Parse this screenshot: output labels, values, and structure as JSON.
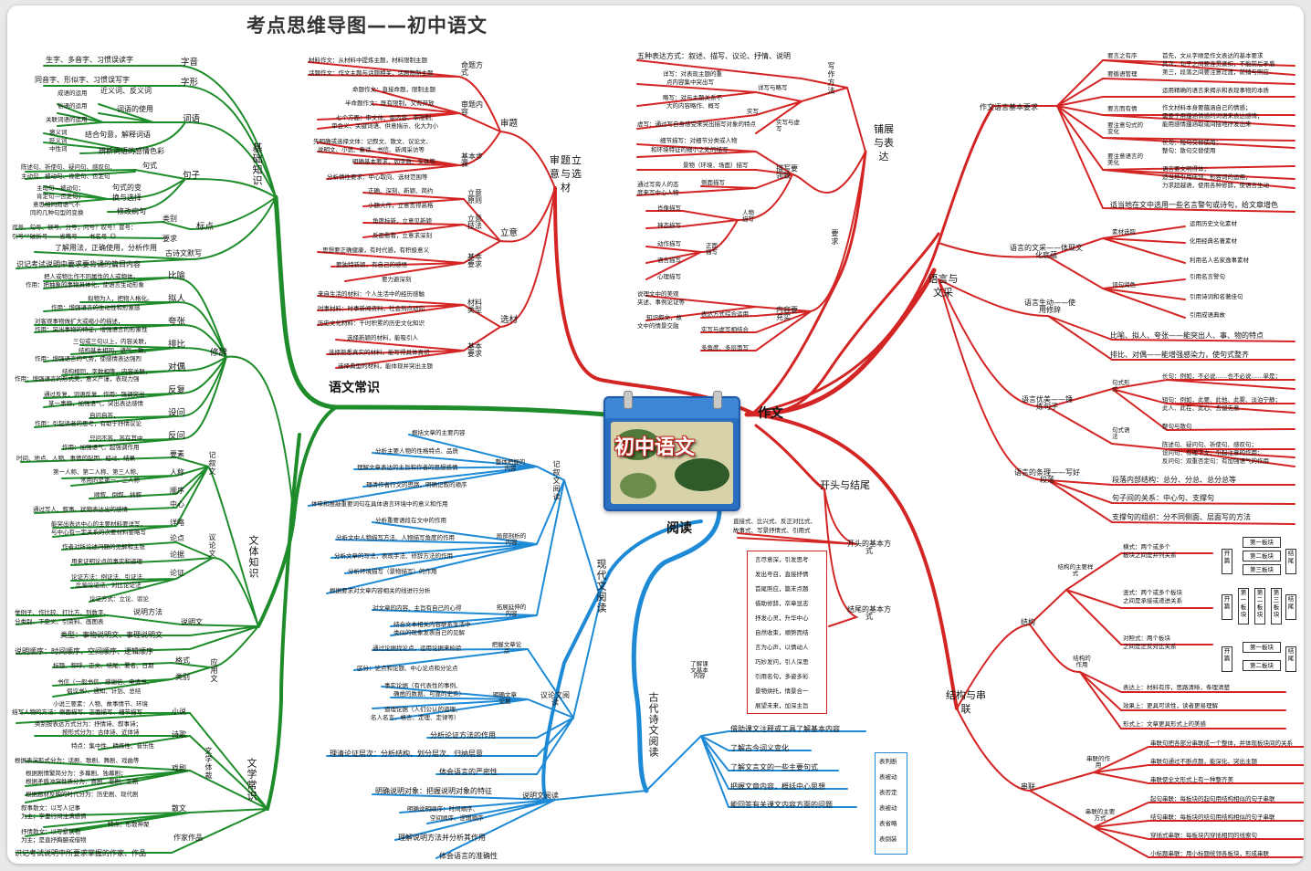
{
  "title": "考点思维导图——初中语文",
  "center": "初中语文",
  "colors": {
    "green": "#1e8c2a",
    "red": "#d42525",
    "blue": "#1e8ad6"
  },
  "main": {
    "yuwen": "语文常识",
    "zuowen": "作文",
    "yuedu": "阅读"
  },
  "jichu": {
    "title": "基础知识",
    "zimu": "字音",
    "zixing": "字形",
    "ciyu": "词语",
    "juzi": "句子",
    "biaodian": "标点",
    "gushiwen": "古诗文默写",
    "z1": "生字、多音字、习惯误读字",
    "z2": "同音字、形似字、习惯误写字",
    "c1": "成语的运用",
    "c1b": "近义词、反义词",
    "c2": "俗语的运用",
    "c2b": "词语的使用",
    "c3": "关联词语的运用",
    "c4": "褒义词",
    "c5": "贬义词",
    "c6": "中性词",
    "c7": "结合句意，解释词语",
    "c8": "辨析词语的感情色彩",
    "j1": "陈述句、祈使句、疑问句、感叹句、",
    "j1b": "句式",
    "j2": "主动句、被动句、肯定句、否定句",
    "j3": "主动句—被动句；",
    "j4": "肯定句—否定句；",
    "j5": "意思相同而语气不",
    "j6": "同的几种句型的变换",
    "j7": "句式的变",
    "j8": "换与选择",
    "j9": "修改病句",
    "b1": "逗号、句号、顿号、分号；问号？叹号！冒号：",
    "b2": "引号“”破折号——省略号……书名号《》",
    "b1b": "类别",
    "b2b": "要求",
    "g1": "了解用法，正确使用，分析作用",
    "g2": "识记考试说明中要求要背诵的篇目内容"
  },
  "xiuci": {
    "title": "修辞",
    "biyu": "比喻",
    "niren": "拟人",
    "kuazhang": "夸张",
    "paibi": "排比",
    "duiou": "对偶",
    "fanfu": "反复",
    "shewen": "设问",
    "fanwen": "反问",
    "by1": "把人或物比作不同属性的人或物体。",
    "by2": "作用：把抽象的事物具体化，使语言生动形象",
    "nr1": "拟物为人，把物人格化。",
    "nr2": "作用：增强语言的生动性和形象感",
    "kz1": "对客观事物做扩大或缩小的描述，",
    "kz2": "作用：突出事物的特征，增强语言的形象性",
    "pb1": "三句或三句以上，内容关联，",
    "pb2": "结构基本相同，语气一致。",
    "pb3": "作用：增强语言的气势，使感情表达强烈",
    "do1": "结构相同，字数相等，内容关联，",
    "do2": "作用：增强语言的形式美，意义严谨，表现力强",
    "ff1": "通过反复，词语反复，作用：强调突出",
    "ff2": "某一事物，加强语气，突出表达感情",
    "sw1": "自问自答，",
    "sw2": "作用：引起读者的思考，有助于抒情议论",
    "fw1": "只问不答，答在其中，",
    "fw2": "作用：加强语气，起强调作用"
  },
  "wenti": {
    "title": "文体知识",
    "jixu": "记叙文",
    "yiluo": "议论文",
    "shuoming": "说明文",
    "yingyong": "应用文",
    "yaosu": "要素",
    "renchen": "人称",
    "shunxu": "顺序",
    "zhongxin": "中心",
    "xianglue": "详略",
    "ys1": "时间、地点、人物、事情的起因、经过、结果",
    "rc1": "第一人称、第二人称、第三人称、",
    "rc2": "常用的是第一、三人称",
    "sx1": "顺叙、倒叙、插叙",
    "zx1": "通过写人、叙事、状物表达出的感情",
    "xl1": "能突出表达中心的主要材料要详写，",
    "xl2": "与中心有一定关系的次要材料要略写",
    "lundian": "论点",
    "lunju": "论据",
    "lunzheng": "论证",
    "ld1": "作者对所论述问题的见解和主张",
    "lj1": "用来证明论点的事实和道理",
    "lz1": "论证方法：例证法、引证法、",
    "lz2": "比喻论证法、对比论证法",
    "lz3": "论证方式：立论、驳论",
    "smf": "说明方法",
    "smf1": "举例子、作比较、打比方、列数字、",
    "smf2": "分类别、下定义、引资料、画图表",
    "lx": "类型：事物说明文、事理说明文",
    "smsx": "说明顺序：时间顺序、空间顺序、逻辑顺序",
    "gs": "格式",
    "lb": "类别",
    "gs1": "标题、称呼、正文、结尾、署名、日期",
    "lb1": "书信（一般书信、感谢信、申请书、",
    "lb2": "倡议书）、通知、计划、总结"
  },
  "wenxue": {
    "title": "文学常识",
    "xiaoshuo": "小说",
    "shige": "诗歌",
    "xiju": "戏剧",
    "sanwen": "散文",
    "zuojia": "作家作品",
    "wxtc": "文学体裁",
    "xs1": "小说三要素：人物、故事情节、环境",
    "xs2": "描写人物的方法：侧面描写、正面描写、细节描写",
    "sg1": "类别按表达方式分为：抒情诗、叙事诗；",
    "sg2": "按形式分为：古体诗、近体诗",
    "sg3": "特点：集中性、精炼性、音乐性",
    "xj1": "根据表演形式分为：话剧、歌剧、舞剧、戏曲等",
    "xj2": "根据剧情繁简分为：多幕剧、独幕剧；",
    "xj3": "根据矛盾冲突性质分为：喜剧、悲剧、正剧",
    "xj4": "根据题材反映的时代分为：历史剧、现代剧",
    "sw1": "叙事散文：以写人记事",
    "sw2": "为主；字里行间注满感情",
    "sw3": "特点：形散神聚",
    "sw4": "抒情散文：以写景状物",
    "sw5": "为主；是直抒胸臆或借物",
    "zj1": "识记考试说明中所要求掌握的作家、作品"
  },
  "shenti": {
    "title": "审题立意与选材",
    "shenti": "审题",
    "liyi": "立意",
    "xuancai": "选材",
    "mingti": "命题方式",
    "shenti2": "审题内容",
    "jiben": "基本步骤",
    "mt1": "材料作文：从材料中提炼主题，材料限制主题",
    "mt2": "话题作文：作文主题与话题相关，话题限制主题",
    "nr1": "命题作文：直接命题，限制主题",
    "nr2": "半命题作文：既有限制，又有开放",
    "nr3": "七个方面：审文体、审内容、审限制、",
    "nr4": "审会义、关键词语、供意揣示、化大为小",
    "bz1": "先明确或选择文体：记叙文、散文、议论文、",
    "bz2": "说明文、小说、童话、书信、新闻采访等",
    "bz3": "明确基本要求，如字数、文体等",
    "bz4": "分析情性要求：中心取向、选材范围等",
    "ly1": "立意原则",
    "ly2": "立意技法",
    "ly3": "基本要求",
    "la1": "正确、深刻、新颖、简约",
    "la2": "小题大作，立意贵得高格",
    "la3": "角度标新，立意见新颖",
    "la4": "反面看看，立意求深刻",
    "la5": "思想要正确健康，有时代感，有积极意义",
    "la6": "要独特新颖，有自己的感悟",
    "la7": "要力避深刻",
    "xc1": "材料类型",
    "xc2": "基本要求",
    "xa1": "来自生活的材料：个人生活中的经历感触",
    "xa2": "时事材料：时事新闻资料，社会热点动向",
    "xa3": "历史文化材料：千时积累的历史文化知识",
    "xa4": "选择新颖的材料，能吸引人",
    "xa5": "选择熟悉真实的材料，能写得具体真切",
    "xa6": "选择典型的材料，能体现并突出主题"
  },
  "pushan": {
    "title": "铺展与表达",
    "xiezuo": "写作方法",
    "miaoxie": "描写要领致",
    "yaoqiu": "要求",
    "wz": "五种表达方式：叙述、描写、议论、抒情、说明",
    "xl1": "详写：对表现主题的重",
    "xl2": "点内容集中突出写",
    "xl3": "详写与略写",
    "xl4": "略写：对与主题关系不",
    "xl5": "大的内容略作、概写",
    "xl6": "实写",
    "xs1": "虚写：通过写自身感受来突出描写对象的特点",
    "xs2": "实写与虚写",
    "ms1": "细节描写：对细节分类或人物",
    "ms2": "和环境特征的细小之处的描写",
    "ms3": "景物（环境、场面）描写",
    "ms4": "侧面描写",
    "ms5": "通过写旁人的态",
    "ms6": "度来写中心人物",
    "rw": "人物描写",
    "zm": "正面描写",
    "r1": "肖像描写",
    "r2": "神态描写",
    "r3": "动作描写",
    "r4": "语言描写",
    "r5": "心理描写",
    "yq1": "说理文中的美观",
    "yq2": "夹述、事例论证等",
    "yq3": "知识叙文，故",
    "yq4": "文中的情景交融",
    "yq5": "表达方式综合运用",
    "yq6": "实写与虚写相结合",
    "yq7": "多角度、多层面写",
    "yq8": "内容要充实"
  },
  "yuyan": {
    "title": "语言与文采",
    "r1": "作文语言基本要求",
    "a1": "要言之有序",
    "a2": "要循语管理",
    "a3": "要言而有情",
    "a4": "要注意句式的变化",
    "a5": "要注意语言的美化",
    "a1t": "首先，文从字顺是作文表达的基本要求",
    "a1u": "其次，句子之间要连贯紧扣，不能前后矛盾",
    "a1v": "第三，段落之间要注意过渡，前铺与照应",
    "a2t": "运用精确的语言来揭示和表现事物的本质",
    "a3t": "作文材料本身要蕴涵自己的情感；",
    "a3u": "需要于用蕴涵情感的词语来表达感情；",
    "a3v": "能用感情蕴涵取或间接地抒发出来",
    "a4t": "长句：短句交替使用；",
    "a4u": "整句：散句交替使用",
    "a5t": "语言要文明得体；",
    "a5u": "适当地引用佳词，形容词的运用，",
    "a5v": "力求超越语，使用各种修辞，使语言生动",
    "a6": "适当地在文中选用一些名言警句或诗句，给文章增色",
    "wc": "语言的文采——体现文化底蕴",
    "sc": "素材选取",
    "cy": "词句润色",
    "sc1": "运用历史文化素材",
    "sc2": "化用经典名著素材",
    "sc3": "利用名人名家逸事素材",
    "cy1": "引用名言警句",
    "cy2": "引用诗词和名著佳句",
    "cy3": "引用成语典故",
    "sd": "语言生动——使用修辞",
    "sd1": "比喻、拟人、夸张——能突出人、事、物的特点",
    "sd2": "排比、对偶——能增强感染力，使句式整齐",
    "ym": "语言优美——锤炼句子",
    "jsx": "句式形式",
    "jsy": "句式语法",
    "jx1": "长句：例如，不必说……也不必说……单是；",
    "jx2": "短句：例如，此要、此他、此雾、淡泊宁静；",
    "jx3": "此人、此在、此心、去留无意",
    "jx4": "整句与散句",
    "jy1": "陈述句、疑问句、祈使句、感叹句；",
    "jy2": "设问句：有理下文，引起注意的作用；",
    "jy3": "反问句：双重否定句：有加强语气的作用",
    "tl": "语言的条理——写好段落",
    "tl1": "段落内部结构：总分、分总、总分总等",
    "tl2": "句子间的关系：中心句、支撑句",
    "tl3": "支撑句的组织：分不同侧面、层面写的方法"
  },
  "jiegou": {
    "title": "结构与串联",
    "jg": "结构",
    "cl": "串联",
    "zys": "结构的主要样式",
    "zy": "结构的作用",
    "hs": "横式：两个或多个",
    "hs2": "板块之间是并列关系",
    "zs": "竖式：两个或多个板块",
    "zs2": "之间是承接或递进关系",
    "dz": "对照式：两个板块",
    "dz2": "之间是正反对比关系",
    "b1": "第一板块",
    "b2": "第二板块",
    "b3": "第三板块",
    "kt": "开篇",
    "jw": "结尾",
    "zy1": "表达上：材料有序，思路清晰，条理清楚",
    "zy2": "效果上：更具可读性，读者更易理解",
    "zy3": "形式上：文章更具形式上的美感",
    "czy": "串联的作用",
    "cz1": "串联句把各部分串联成一个整体，并体现板块间的关系",
    "cz2": "串联句通过不断点题，能深化、突出主题",
    "cz3": "串联使全文形式上有一种整齐美",
    "czs": "串联的主要方式",
    "cs1": "起句串联：每板块的起句用结构相似的句子串联",
    "cs2": "结句串联：每板块的结句用结构相似的句子串联",
    "cs3": "穿插式串联：每板块内穿插相同的线索句",
    "cs4": "小标题串联：用小标题统领各板块，形成串联"
  },
  "kaitou": {
    "title": "开头与结尾",
    "kt": "开头的基本方式",
    "jw": "结尾的基本方式",
    "kt1": "直接式、比兴式、反正对比式、",
    "kt2": "故事式、写景抒情式、引用式",
    "poem": [
      "言尽意深，引发思考",
      "发出号召，直接抒情",
      "首尾照应，篇末点题",
      "借助修辞，卒章显志",
      "抒发心灵，升华中心",
      "自然收束，顺势而结",
      "言为心声，以情动人",
      "巧妙发问，引人深思",
      "引用名句，多姿多彩",
      "景物烘托，情景合一",
      "展望未来，加深主旨"
    ]
  },
  "xiandai": {
    "title": "现代文阅读",
    "jx": "记叙文阅读",
    "yl": "议论文阅读",
    "sm": "说明文阅读",
    "zt": "整体把握的内容",
    "jb": "局部剖析的内容",
    "tz": "拓展延伸的内容",
    "zt1": "概括文章的主要内容",
    "zt2": "分析主要人物的性格特点、品质",
    "zt3": "理解文章表达的主旨和作者的思想感情",
    "zt4": "理清作者行文的思路，明确记叙的顺序",
    "zt5": "体味和推敲重要词句在具体语言环境中的意义和作用",
    "jb1": "分析重要语段在文中的作用",
    "jb2": "分析文中人物描写方法、人物描写角度的作用",
    "jb3": "分析文章的写法，表现手法、修辞方法的作用",
    "jb4": "分析环境描写（景物描写）的作用",
    "jb5": "根据要求对文章内容相关的线进行分析",
    "tz1": "对文章的内容、主旨有自己的心得",
    "tz2": "结合文本相关内容联系生活中",
    "tz3": "类似的现象发表自己的见解",
    "yl1": "把握文章论点",
    "yl1a": "通过论据找论点，运用论据来检验",
    "yl1b": "区分：论点和论题、中心论点和分论点",
    "yl2": "明确文章论据",
    "yl2a": "事实论据（有代表性的事例、",
    "yl2b": "确凿的数据、可靠的史实）",
    "yl2c": "道理论据（人们公认的道理、",
    "yl2d": "名人名言、格言、定理、定律等）",
    "yl3": "分析论证方法的作用",
    "yl4": "理清论证层次：分析结构、划分层次、归纳层意",
    "yl5": "体会语言的严密性",
    "sm1": "明确说明对象：把握说明对象的特征",
    "sm2": "明确说明顺序：时间顺序、",
    "sm3": "空间顺序、逻辑顺序",
    "sm4": "理解说明方法并分析其作用",
    "sm5": "体会语言的准确性"
  },
  "gudai": {
    "title": "古代诗文阅读",
    "lj": "了解课文基本内容",
    "g1": "借助课文注释或工具了解基本内容",
    "g2": "了解古今词义变化",
    "g3": "了解文言文的一些主要句式",
    "g4": "把握文章内容，概括中心思想",
    "g5": "能回答有关课文内容方面的问题",
    "list": [
      "表判断",
      "表被动",
      "表否定",
      "表被动",
      "表省略",
      "表倒装"
    ]
  }
}
